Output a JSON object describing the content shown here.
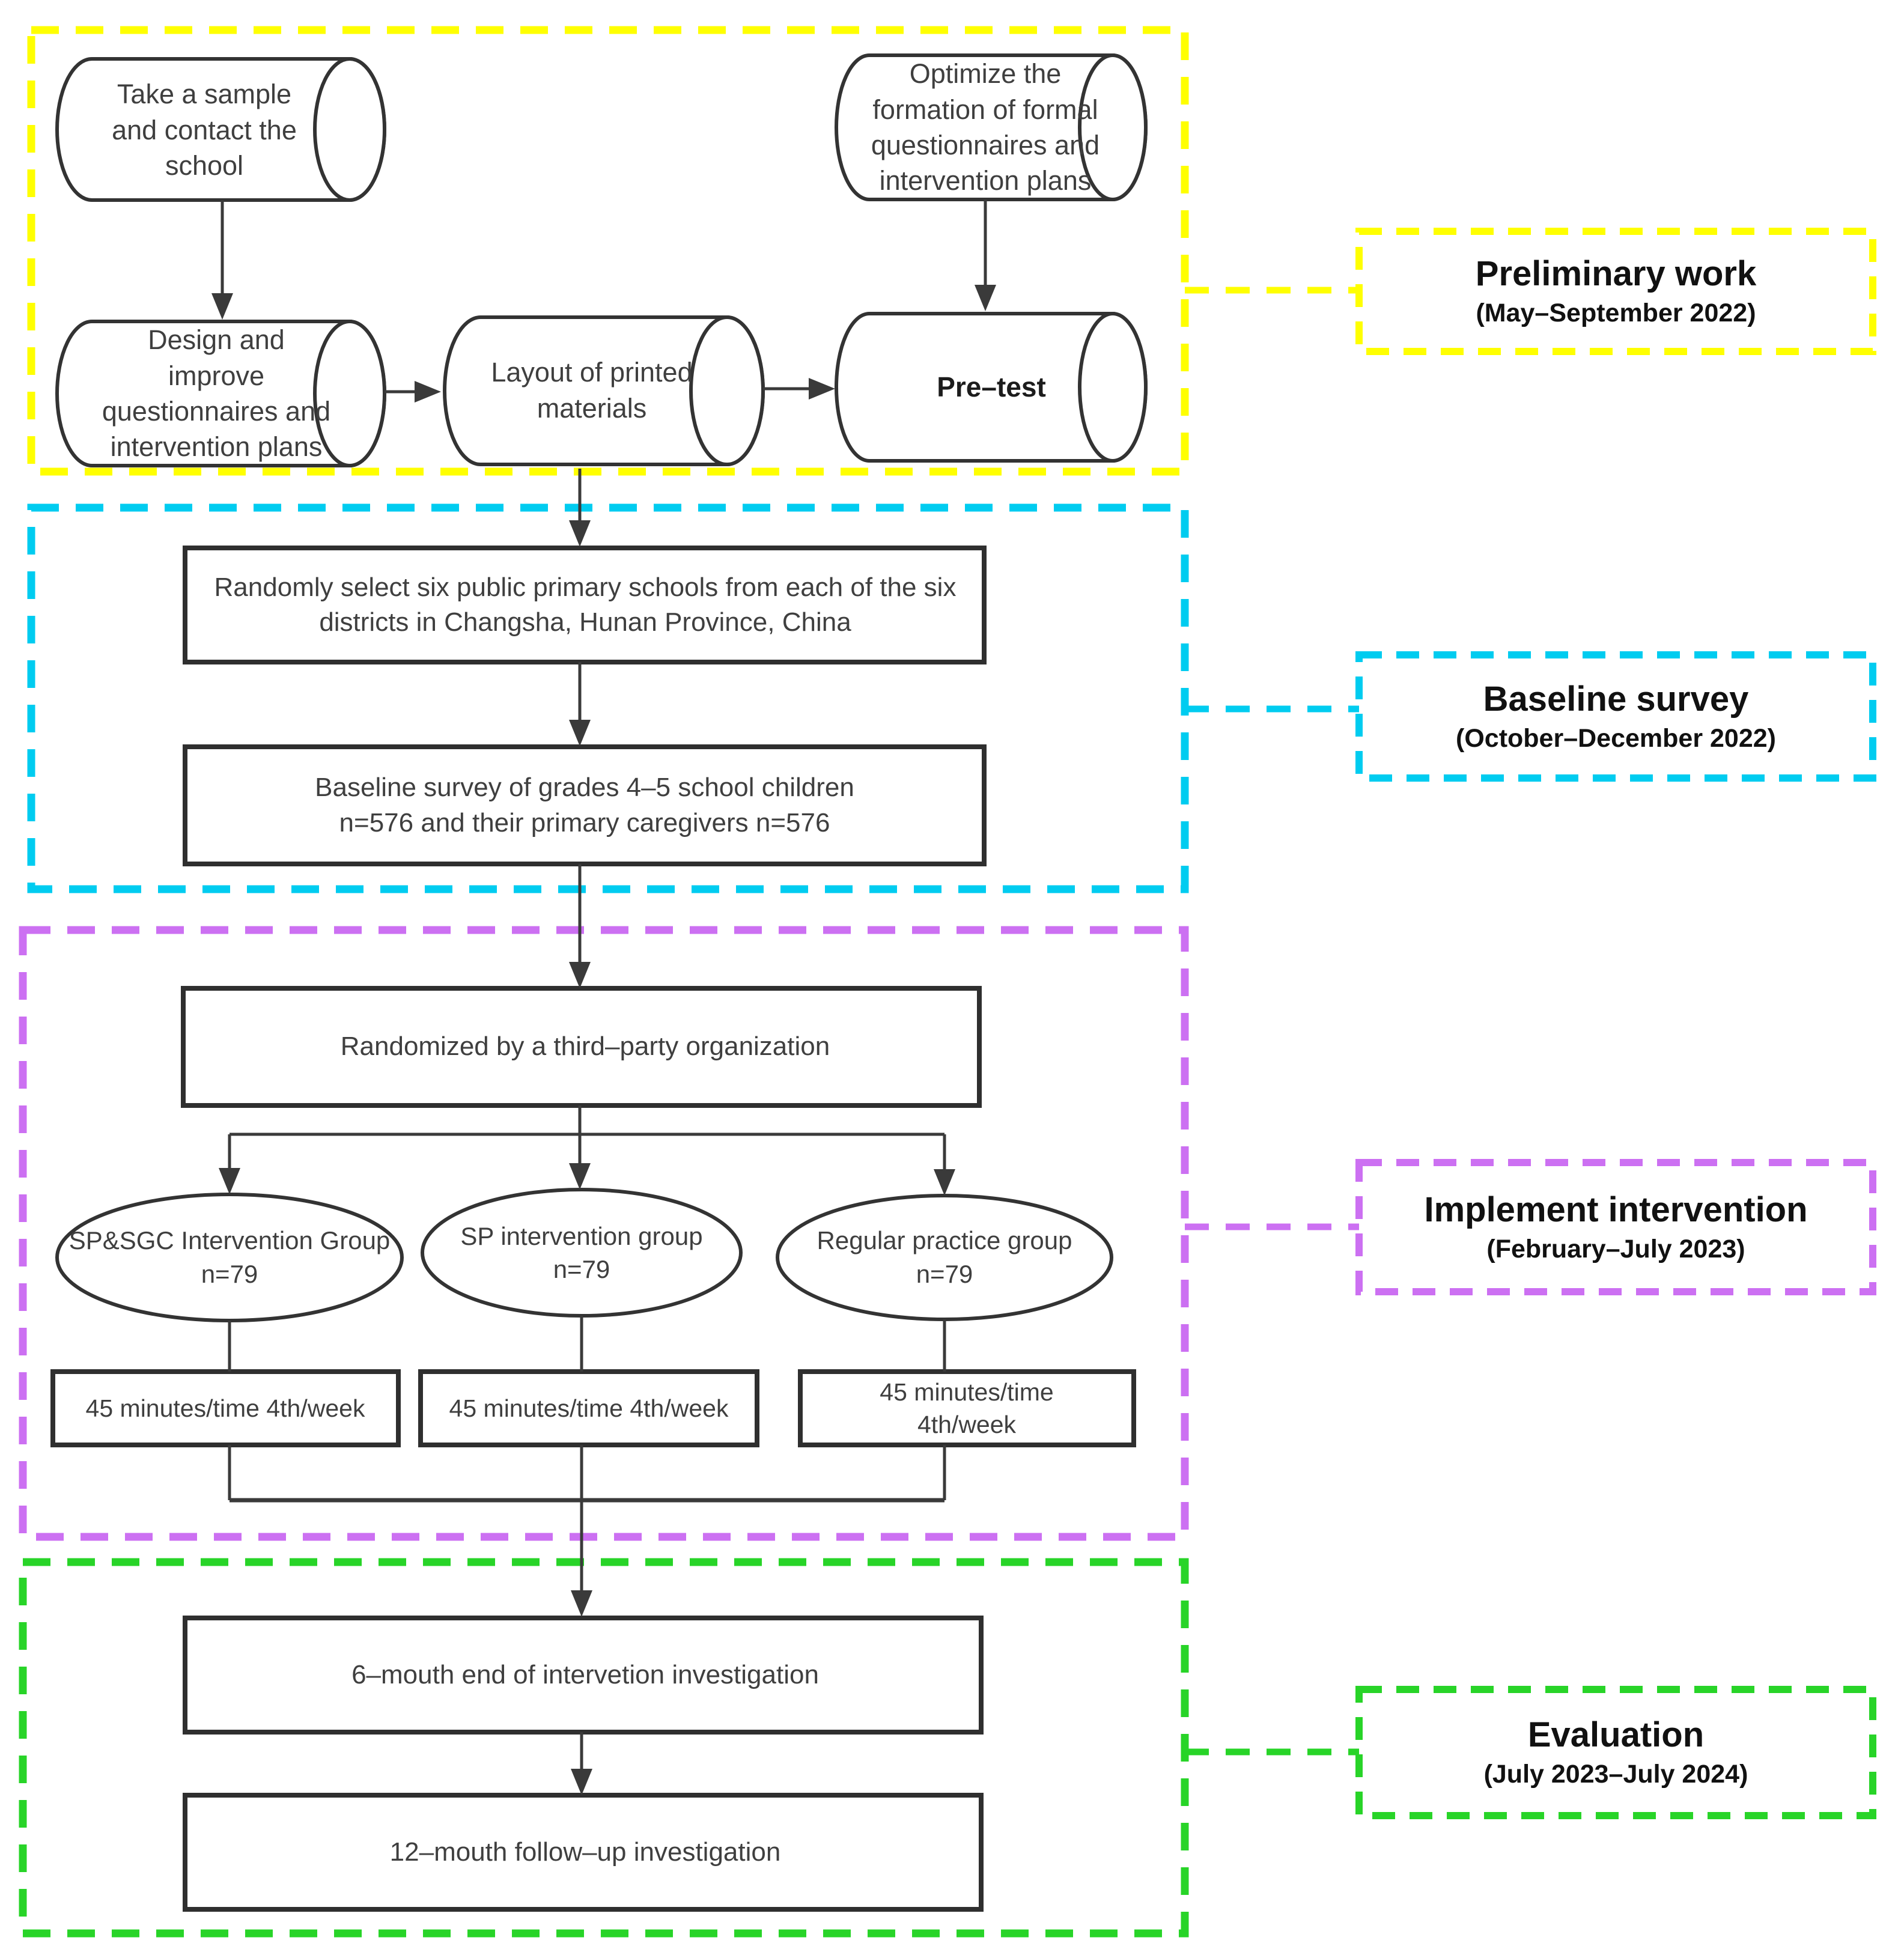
{
  "diagram": {
    "sections": {
      "preliminary": {
        "label": "Preliminary work",
        "period": "(May–September 2022)",
        "color": "#FFFF00",
        "nodes": {
          "take_sample": "Take a sample and contact the school",
          "optimize": "Optimize the formation of formal questionnaires and intervention plans",
          "design": "Design and improve questionnaires and intervention plans",
          "layout": "Layout of printed materials",
          "pretest": "Pre–test"
        }
      },
      "baseline": {
        "label": "Baseline survey",
        "period": "(October–December 2022)",
        "color": "#00CCF0",
        "nodes": {
          "select_schools": "Randomly select six public primary schools from each of the six districts in  Changsha, Hunan Province, China",
          "survey": "Baseline survey of grades 4–5 school children n=576 and their primary caregivers n=576"
        }
      },
      "intervention": {
        "label": "Implement intervention",
        "period": "(February–July 2023)",
        "color": "#CC70F2",
        "nodes": {
          "randomized": "Randomized by a third–party organization",
          "group1_name": "SP&SGC Intervention Group",
          "group1_n": "n=79",
          "group2_name": "SP intervention group",
          "group2_n": "n=79",
          "group3_name": "Regular practice group",
          "group3_n": "n=79",
          "schedule1": "45 minutes/time 4th/week",
          "schedule2": "45 minutes/time 4th/week",
          "schedule3": "45 minutes/time 4th/week"
        }
      },
      "evaluation": {
        "label": "Evaluation",
        "period": "(July 2023–July 2024)",
        "color": "#28D428",
        "nodes": {
          "six_month": "6–mouth end of intervetion investigation",
          "twelve_month": "12–mouth follow–up investigation"
        }
      }
    }
  }
}
